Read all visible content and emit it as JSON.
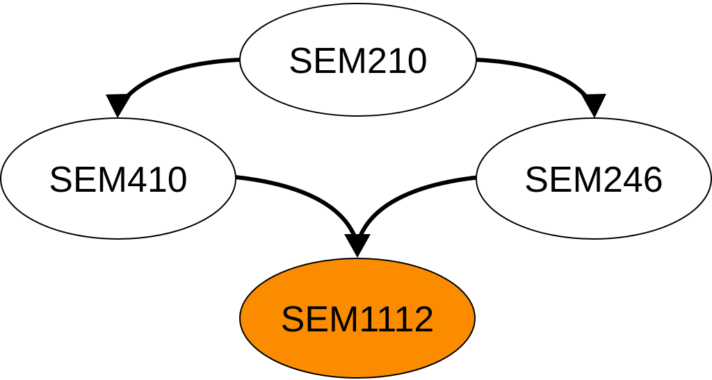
{
  "diagram": {
    "type": "prerequisite-graph",
    "background": "#ffffff",
    "nodes": [
      {
        "id": "sem210",
        "label": "SEM210",
        "fill": "#ffffff",
        "stroke": "#000000",
        "highlighted": false
      },
      {
        "id": "sem410",
        "label": "SEM410",
        "fill": "#ffffff",
        "stroke": "#000000",
        "highlighted": false
      },
      {
        "id": "sem246",
        "label": "SEM246",
        "fill": "#ffffff",
        "stroke": "#000000",
        "highlighted": false
      },
      {
        "id": "sem1112",
        "label": "SEM1112",
        "fill": "#FB8C00",
        "stroke": "#000000",
        "highlighted": true
      }
    ],
    "edges": [
      {
        "from": "SEM210",
        "to": "SEM410"
      },
      {
        "from": "SEM210",
        "to": "SEM246"
      },
      {
        "from": "SEM410",
        "to": "SEM1112"
      },
      {
        "from": "SEM246",
        "to": "SEM1112"
      }
    ],
    "colors": {
      "highlight": "#FB8C00",
      "node_fill": "#ffffff",
      "line": "#000000",
      "background": "#ffffff"
    }
  }
}
